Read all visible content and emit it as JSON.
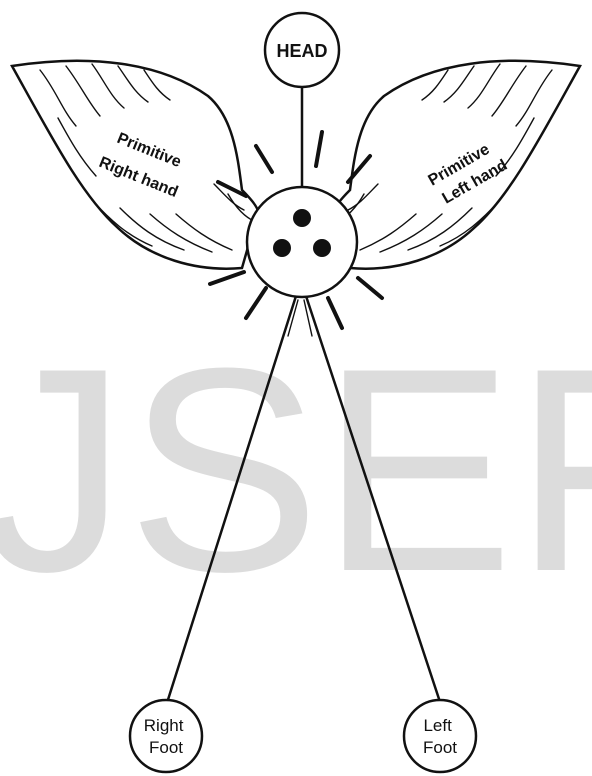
{
  "watermark": {
    "text": "JSEF",
    "color": "#dcdcdc"
  },
  "nodes": {
    "head": "HEAD",
    "right_foot": [
      "Right",
      "Foot"
    ],
    "left_foot": [
      "Left",
      "Foot"
    ]
  },
  "wings": {
    "right_hand": [
      "Primitive",
      "Right hand"
    ],
    "left_hand": [
      "Primitive",
      "Left hand"
    ]
  },
  "colors": {
    "ink": "#111111",
    "background": "#ffffff"
  },
  "center": {
    "dot_count": 3
  }
}
